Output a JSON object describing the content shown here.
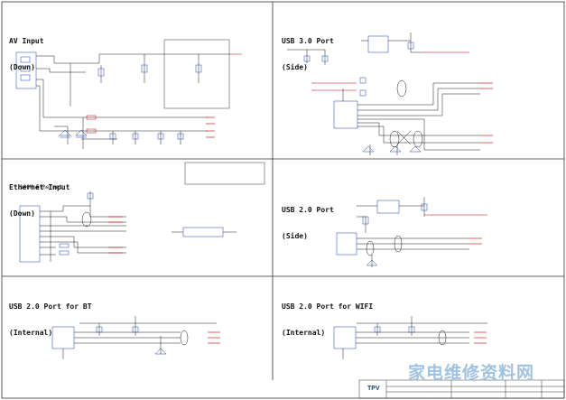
{
  "panels": {
    "av": {
      "title": "AV Input",
      "subtitle": "(Down)"
    },
    "usb3": {
      "title": "USB 3.0 Port",
      "subtitle": "(Side)"
    },
    "ethernet": {
      "title": "Ethernet Input",
      "subtitle": "(Down)",
      "sub2": "100M Ethernet"
    },
    "usb2side": {
      "title": "USB 2.0 Port",
      "subtitle": "(Side)"
    },
    "usb2bt": {
      "title": "USB 2.0 Port for BT",
      "subtitle": "(Internal)"
    },
    "usb2wifi": {
      "title": "USB 2.0 Port for WIFI",
      "subtitle": "(Internal)"
    }
  },
  "footer": {
    "logo": "TPV",
    "watermark": "家电维修资料网"
  },
  "colors": {
    "wire": "#1a1a1a",
    "net_red": "#c00000",
    "component_blue": "#1f3fbf",
    "frame": "#333333"
  }
}
